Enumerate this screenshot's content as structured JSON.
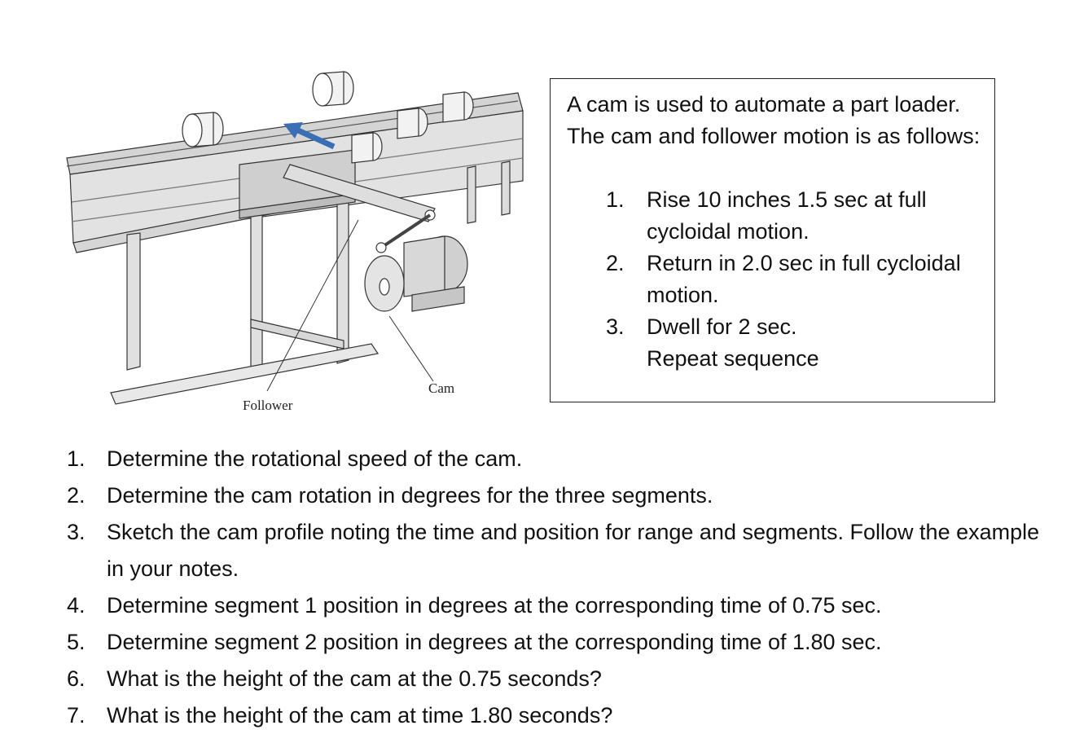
{
  "figure": {
    "labels": {
      "follower": "Follower",
      "cam": "Cam"
    }
  },
  "statement": {
    "intro": "A cam is used to automate a part loader. The cam and follower motion is as follows:",
    "steps": [
      {
        "num": "1.",
        "text": "Rise 10 inches 1.5 sec at full cycloidal motion."
      },
      {
        "num": "2.",
        "text": "Return in 2.0 sec in full cycloidal motion."
      },
      {
        "num": "3.",
        "text": "Dwell for 2 sec."
      }
    ],
    "repeat": "Repeat sequence"
  },
  "questions": [
    {
      "num": "1.",
      "text": "Determine the rotational speed of the cam."
    },
    {
      "num": "2.",
      "text": "Determine the cam rotation in degrees for the three segments."
    },
    {
      "num": "3.",
      "text": "Sketch the cam profile noting the time and position for range and segments. Follow the example in your notes."
    },
    {
      "num": "4.",
      "text": "Determine segment 1 position in degrees at the corresponding time of 0.75 sec."
    },
    {
      "num": "5.",
      "text": "Determine segment 2 position in degrees at the corresponding time of 1.80 sec."
    },
    {
      "num": "6.",
      "text": "What is the height of the cam at the 0.75 seconds?"
    },
    {
      "num": "7.",
      "text": "What is the height of the cam at time 1.80 seconds?"
    }
  ],
  "colors": {
    "arrow": "#3a6fb5",
    "line": "#333333",
    "fill": "#e6e6e6",
    "shade": "#c8c8c8"
  }
}
